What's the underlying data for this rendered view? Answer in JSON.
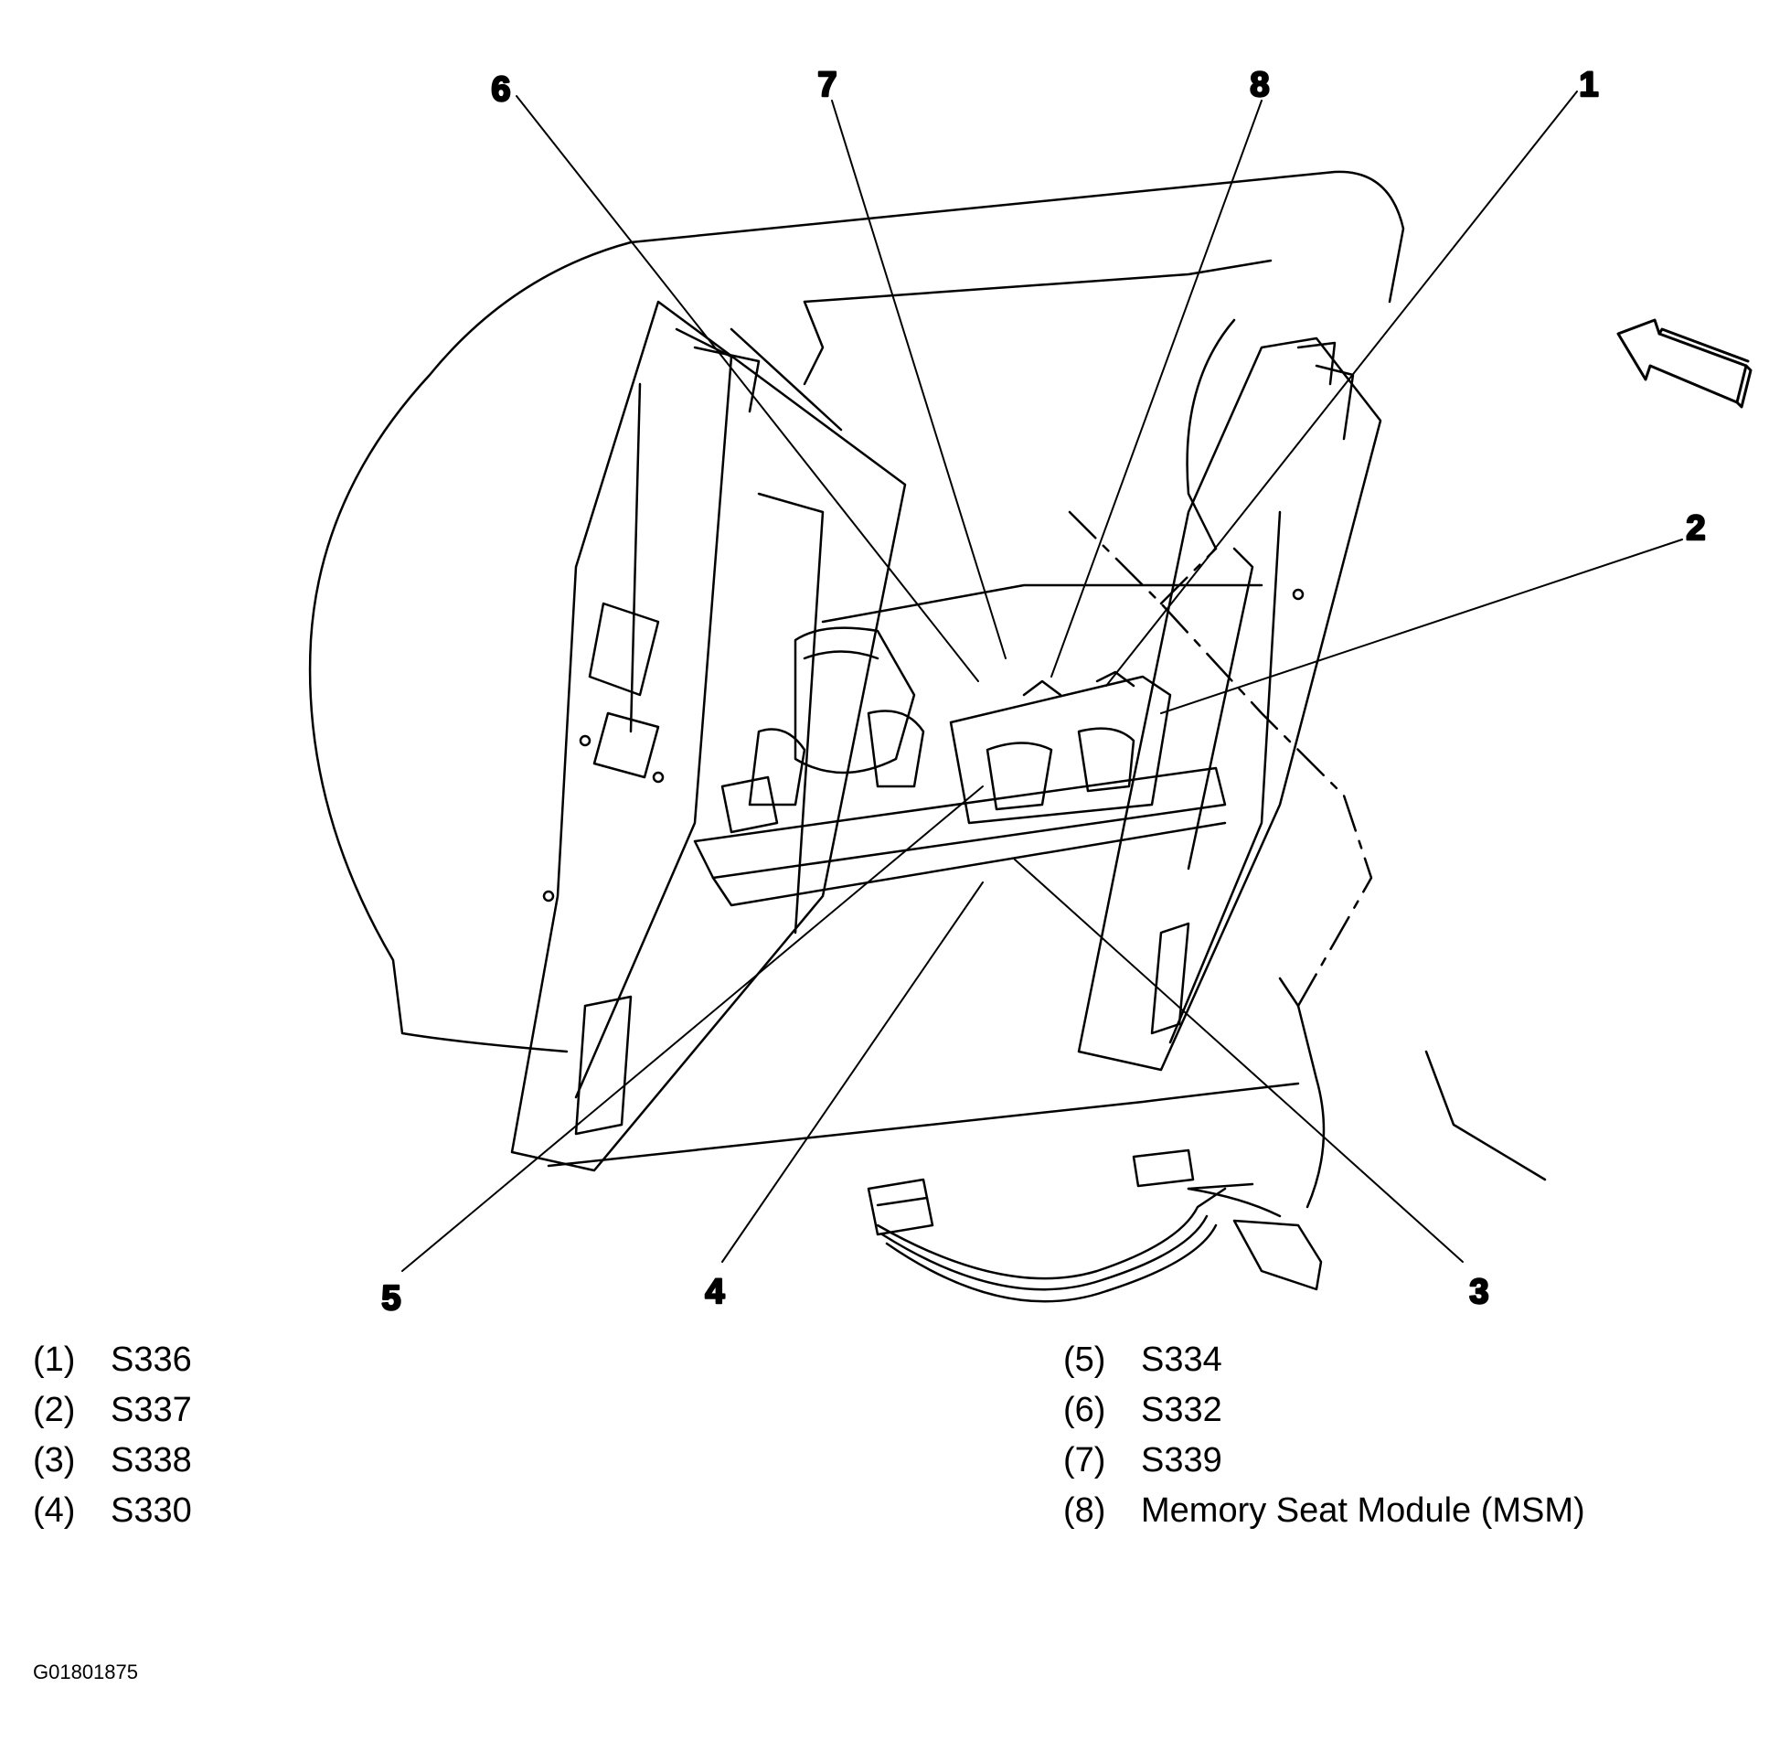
{
  "callouts": [
    "1",
    "2",
    "3",
    "4",
    "5",
    "6",
    "7",
    "8"
  ],
  "legend": {
    "left": [
      {
        "num": "(1)",
        "label": "S336"
      },
      {
        "num": "(2)",
        "label": "S337"
      },
      {
        "num": "(3)",
        "label": "S338"
      },
      {
        "num": "(4)",
        "label": "S330"
      }
    ],
    "right": [
      {
        "num": "(5)",
        "label": "S334"
      },
      {
        "num": "(6)",
        "label": "S332"
      },
      {
        "num": "(7)",
        "label": "S339"
      },
      {
        "num": "(8)",
        "label": "Memory Seat Module (MSM)"
      }
    ]
  },
  "figure_id": "G01801875"
}
